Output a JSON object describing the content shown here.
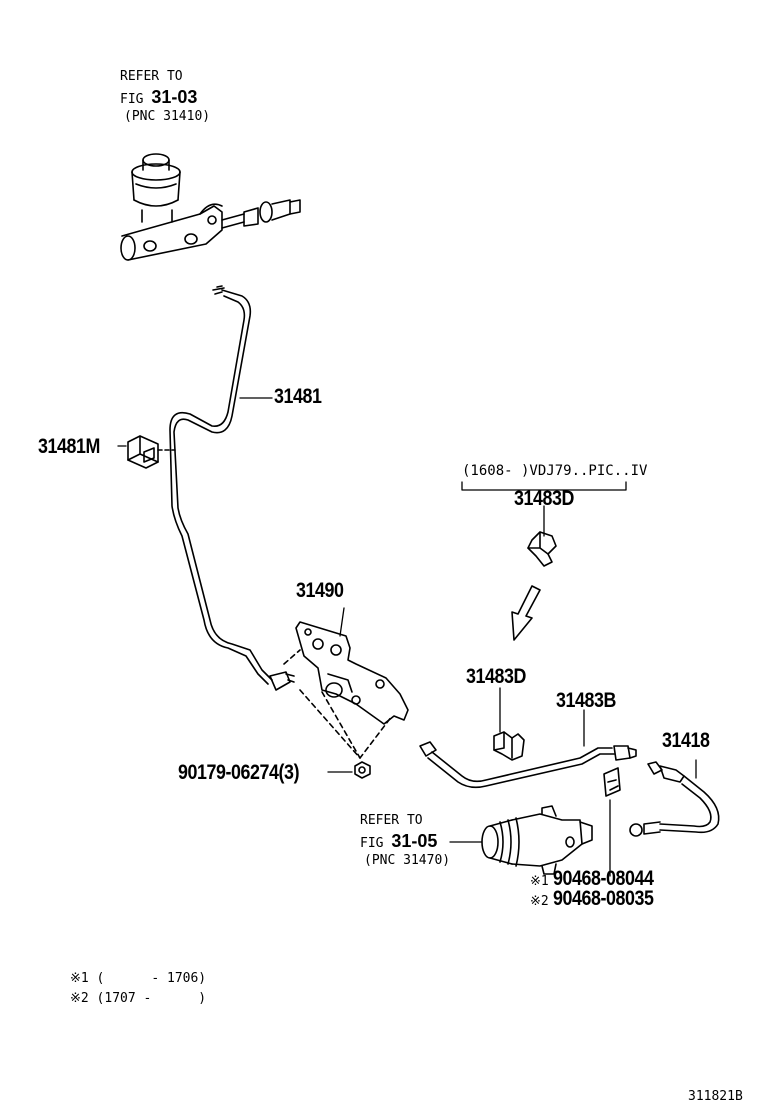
{
  "refer_top": {
    "line1": "REFER TO",
    "fig_prefix": "FIG ",
    "fig_num": "31-03",
    "pnc": "(PNC 31410)"
  },
  "refer_bottom": {
    "line1": "REFER TO",
    "fig_prefix": "FIG ",
    "fig_num": "31-05",
    "pnc": "(PNC 31470)"
  },
  "parts": {
    "p31481": "31481",
    "p31481M": "31481M",
    "p31483D_top": "31483D",
    "p31483D": "31483D",
    "p31490": "31490",
    "p31483B": "31483B",
    "p31418": "31418",
    "p90179": "90179-06274(3)",
    "p90468_1": "90468-08044",
    "p90468_2": "90468-08035"
  },
  "marks": {
    "m1": "※1",
    "m2": "※2"
  },
  "applicability": "(1608-      )VDJ79..PIC..IV",
  "legend": {
    "l1": "※1 (      - 1706)",
    "l2": "※2 (1707 -      )"
  },
  "figure_id": "311821B"
}
